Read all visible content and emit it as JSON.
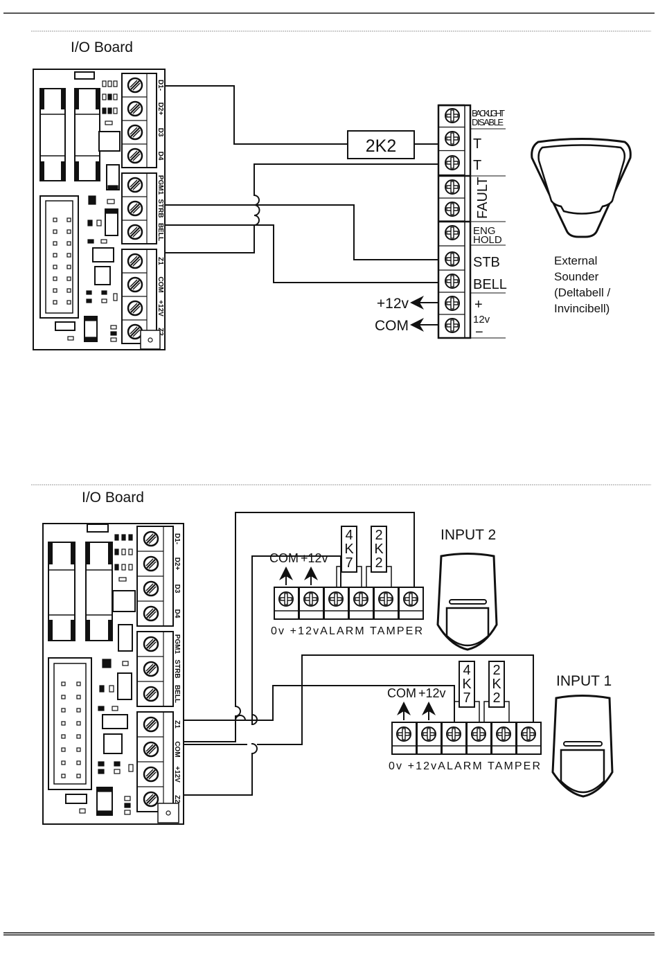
{
  "diagram1": {
    "title": "I/O Board",
    "board_terminals": [
      "D1-",
      "D2+",
      "D3",
      "D4",
      "PGM1",
      "STRB",
      "BELL",
      "Z1",
      "COM",
      "+12V",
      "Z2"
    ],
    "resistor": "2K2",
    "sounder_terminals": [
      {
        "l1": "BACKLIGHT",
        "l2": "DISABLE"
      },
      {
        "l1": "T"
      },
      {
        "l1": "T"
      },
      {
        "l1": "FAULT"
      },
      {
        "l1": "ENG",
        "l2": "HOLD"
      },
      {
        "l1": "STB"
      },
      {
        "l1": "BELL"
      },
      {
        "l1": "+",
        "l2": "12v",
        "l3": "−"
      }
    ],
    "supply_labels": {
      "plus": "+12v",
      "com": "COM"
    },
    "sounder_caption": [
      "External",
      "Sounder",
      "(Deltabell /",
      "Invincibell)"
    ]
  },
  "diagram2": {
    "title": "I/O Board",
    "board_terminals": [
      "D1-",
      "D2+",
      "D3",
      "D4",
      "PGM1",
      "STRB",
      "BELL",
      "Z1",
      "COM",
      "+12V",
      "Z2"
    ],
    "detectors": [
      {
        "name": "INPUT 2",
        "resistor_a": [
          "4",
          "K",
          "7"
        ],
        "resistor_b": [
          "2",
          "K",
          "2"
        ],
        "top_labels": [
          "COM",
          "+12v"
        ],
        "bottom_labels": "0v +12vALARM  TAMPER"
      },
      {
        "name": "INPUT 1",
        "resistor_a": [
          "4",
          "K",
          "7"
        ],
        "resistor_b": [
          "2",
          "K",
          "2"
        ],
        "top_labels": [
          "COM",
          "+12v"
        ],
        "bottom_labels": "0v +12vALARM  TAMPER"
      }
    ]
  }
}
